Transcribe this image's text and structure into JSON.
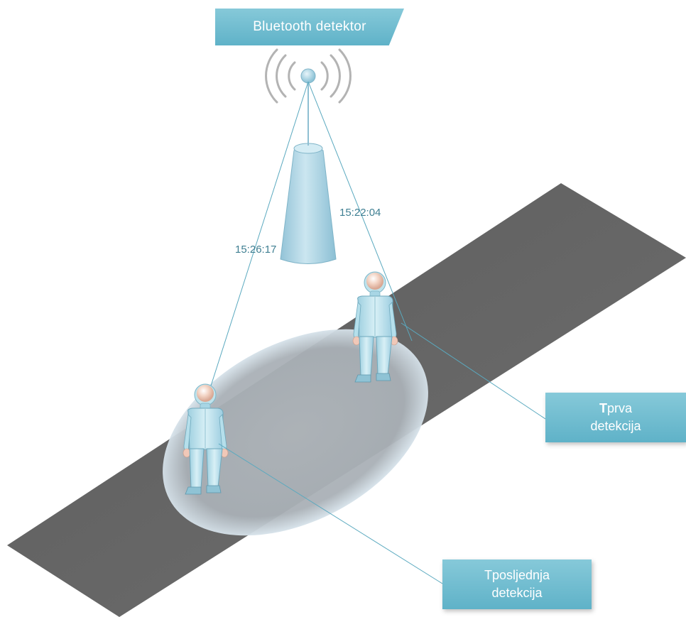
{
  "detector": {
    "label": "Bluetooth detektor"
  },
  "timestamps": {
    "first": "15:22:04",
    "last": "15:26:17"
  },
  "callouts": {
    "first": {
      "prefix": "T",
      "line1_rest": "prva",
      "line2": "detekcija"
    },
    "last": {
      "line1": "Tposljednja",
      "line2": "detekcija"
    }
  },
  "colors": {
    "road": "#6b6b6b",
    "callout": "#6fbcd0",
    "line": "#5aa9bf",
    "person": "#bfe3ec",
    "antenna": "#a9d3e2"
  }
}
